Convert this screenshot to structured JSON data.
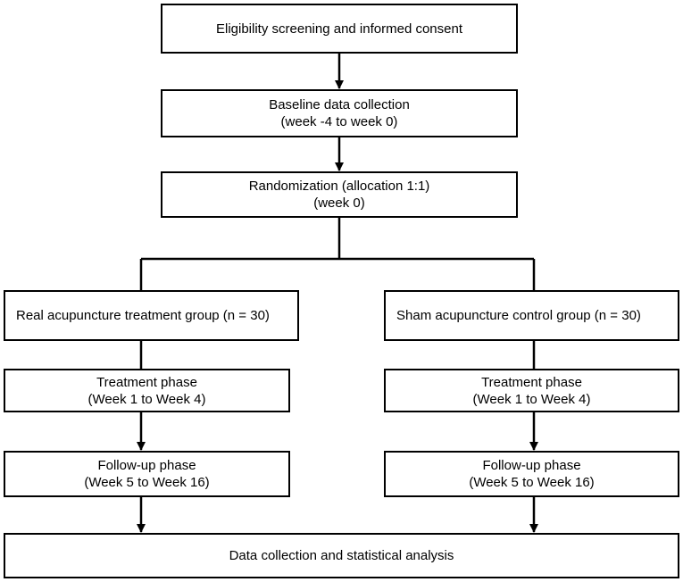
{
  "boxes": {
    "eligibility": {
      "line1": "Eligibility screening and informed consent"
    },
    "baseline": {
      "line1": "Baseline data collection",
      "line2": "(week -4 to week 0)"
    },
    "randomization": {
      "line1": "Randomization (allocation 1:1)",
      "line2": "(week 0)"
    },
    "real_group": {
      "line1": "Real acupuncture treatment group (n = 30)"
    },
    "sham_group": {
      "line1": "Sham acupuncture control group (n = 30)"
    },
    "real_treatment": {
      "line1": "Treatment phase",
      "line2": "(Week 1 to Week 4)"
    },
    "sham_treatment": {
      "line1": "Treatment phase",
      "line2": "(Week 1 to Week 4)"
    },
    "real_followup": {
      "line1": "Follow-up phase",
      "line2": "(Week 5 to Week 16)"
    },
    "sham_followup": {
      "line1": "Follow-up phase",
      "line2": "(Week 5 to Week 16)"
    },
    "analysis": {
      "line1": "Data collection and statistical analysis"
    }
  }
}
